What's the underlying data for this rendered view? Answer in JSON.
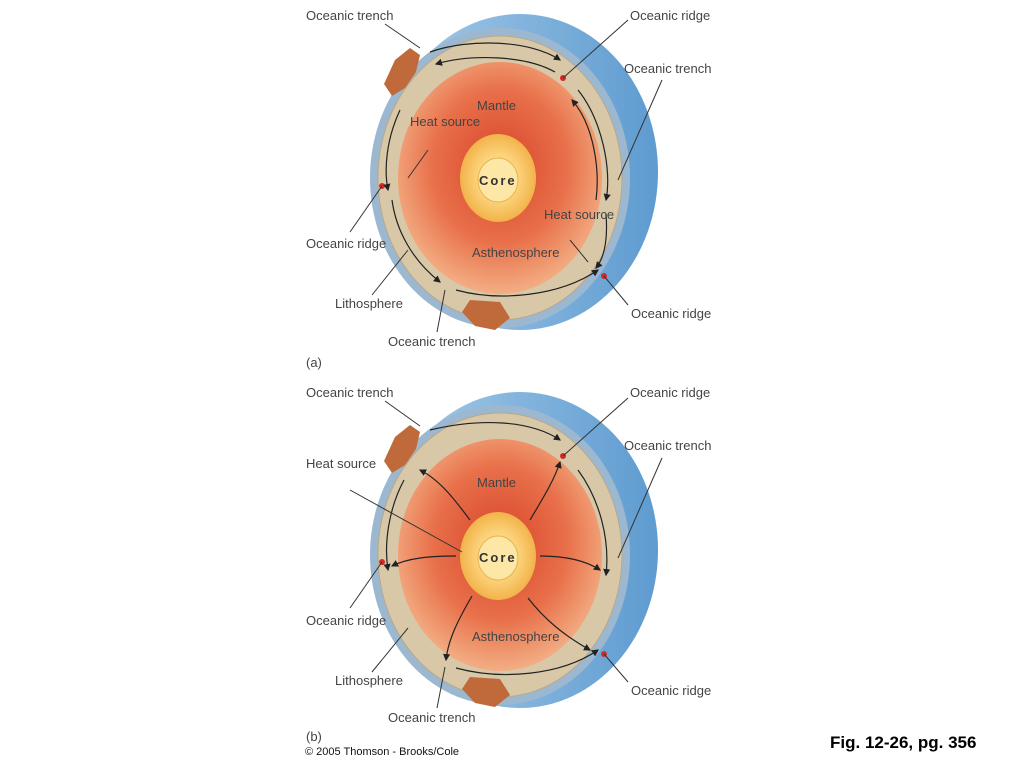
{
  "colors": {
    "ocean": "#7fb4dc",
    "lithosphere": "#9cb8d0",
    "crust_band": "#d8c8a8",
    "mantle_center": "#d8442a",
    "mantle_edge": "#f1a67a",
    "core_outer": "#f6c25e",
    "core_inner": "#fce6a2",
    "continent": "#c0693a"
  },
  "diagram_a": {
    "panel_label": "(a)",
    "labels": {
      "top_left": "Oceanic trench",
      "top_right": "Oceanic ridge",
      "right_upper": "Oceanic trench",
      "mantle": "Mantle",
      "heat_source_1": "Heat source",
      "core": "Core",
      "heat_source_2": "Heat source",
      "asthenosphere": "Asthenosphere",
      "left_mid": "Oceanic ridge",
      "lithosphere": "Lithosphere",
      "bottom": "Oceanic trench",
      "right_lower": "Oceanic ridge"
    }
  },
  "diagram_b": {
    "panel_label": "(b)",
    "labels": {
      "top_left": "Oceanic trench",
      "top_right": "Oceanic ridge",
      "right_upper": "Oceanic trench",
      "heat_source": "Heat source",
      "mantle": "Mantle",
      "core": "Core",
      "asthenosphere": "Asthenosphere",
      "left_mid": "Oceanic ridge",
      "lithosphere": "Lithosphere",
      "bottom": "Oceanic trench",
      "right_lower": "Oceanic ridge"
    }
  },
  "copyright": "© 2005 Thomson - Brooks/Cole",
  "caption": "Fig. 12-26, pg. 356"
}
